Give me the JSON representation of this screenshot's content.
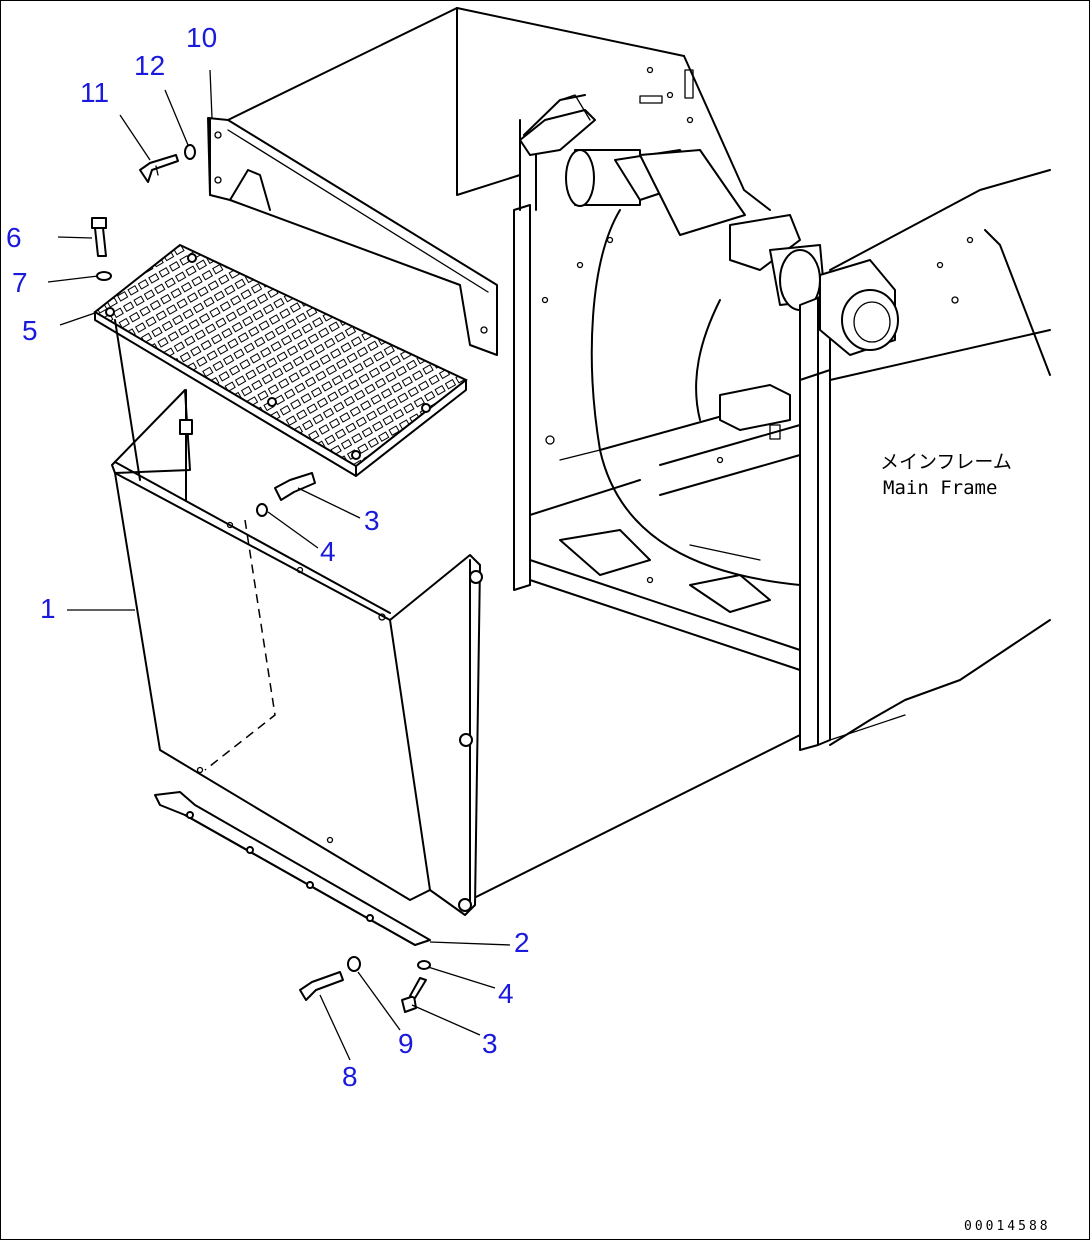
{
  "callouts": {
    "c1": "1",
    "c2": "2",
    "c3a": "3",
    "c3b": "3",
    "c4a": "4",
    "c4b": "4",
    "c5": "5",
    "c6": "6",
    "c7": "7",
    "c8": "8",
    "c9": "9",
    "c10": "10",
    "c11": "11",
    "c12": "12"
  },
  "frame_label": {
    "jp": "メインフレーム",
    "en": "Main Frame"
  },
  "doc_id": "00014588",
  "colors": {
    "callout": "#1a1adc",
    "line": "#000000",
    "background": "#ffffff"
  }
}
